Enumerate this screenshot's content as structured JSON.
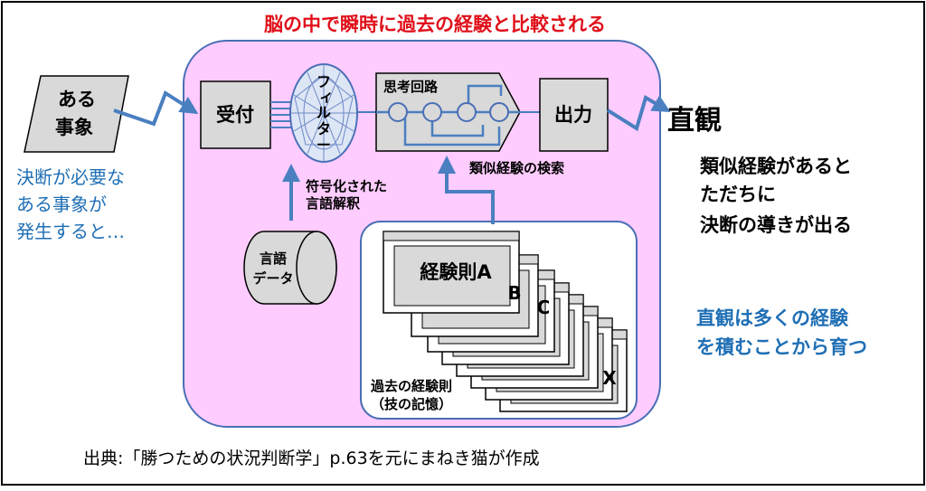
{
  "title": "脳の中で瞬時に過去の経験と比較される",
  "event_box": {
    "line1": "ある",
    "line2": "事象"
  },
  "left_caption": [
    "決断が必要な",
    "ある事象が",
    "発生すると…"
  ],
  "reception": "受付",
  "filter": [
    "フ",
    "ィ",
    "ル",
    "タ",
    "ー"
  ],
  "thinking_circuit": "思考回路",
  "output": "出力",
  "intuition": "直観",
  "right_text": [
    "類似経験があると",
    "ただちに",
    "決断の導きが出る"
  ],
  "right_blue_text": [
    "直観は多くの経験",
    "を積むことから育つ"
  ],
  "similar_search": "類似経験の検索",
  "encoded": [
    "符号化された",
    "言語解釈"
  ],
  "language_data": [
    "言語",
    "データ"
  ],
  "rules": {
    "a": "経験則A",
    "b": "B",
    "c": "C",
    "x": "X"
  },
  "past_rules": [
    "過去の経験則",
    "（技の記憶）"
  ],
  "source": "出典:「勝つための状況判断学」p.63を元にまねき猫が作成",
  "colors": {
    "title_red": "#e0101a",
    "blue_text": "#1f6fb5",
    "arrow_blue": "#4a7fc0",
    "brain_fill": "#ffccff",
    "box_gray": "#d9d9d9"
  }
}
